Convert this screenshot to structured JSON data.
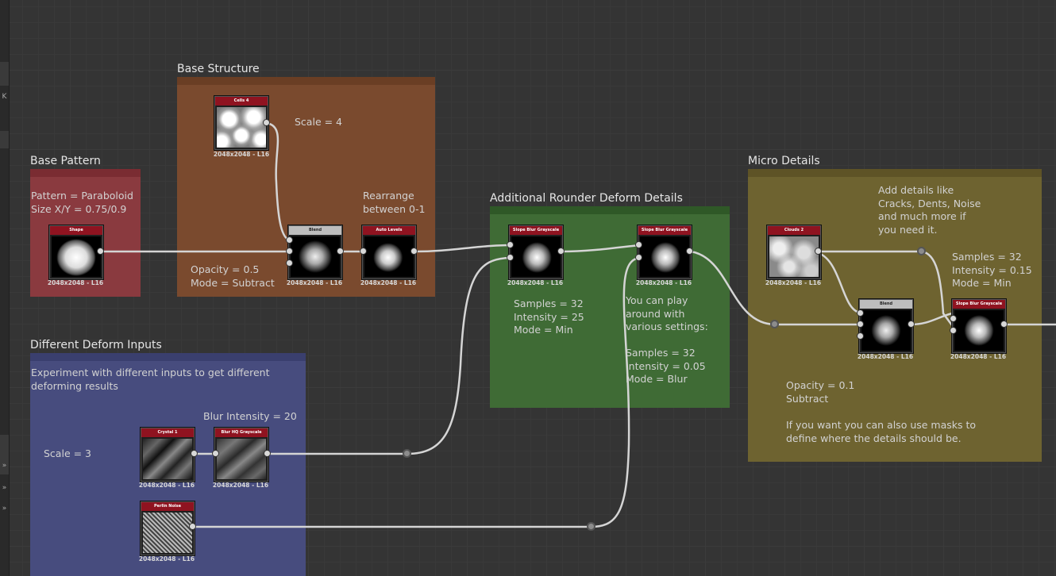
{
  "colors": {
    "canvas": "#343434",
    "frame_base_structure": "#7a4a2e",
    "frame_base_pattern": "#8a3a3f",
    "frame_deform_inputs": "#474c7e",
    "frame_rounder": "#3f6b35",
    "frame_micro": "#6e6330",
    "node_header": "#8f1320",
    "wire": "#d5d5d5"
  },
  "frames": {
    "base_structure": {
      "title": "Base Structure"
    },
    "base_pattern": {
      "title": "Base Pattern"
    },
    "deform_inputs": {
      "title": "Different Deform Inputs"
    },
    "rounder": {
      "title": "Additional Rounder Deform Details"
    },
    "micro": {
      "title": "Micro Details"
    }
  },
  "notes": {
    "scale4": "Scale = 4",
    "rearrange": "Rearrange\nbetween 0-1",
    "opacity_subtract": "Opacity = 0.5\nMode = Subtract",
    "pattern": "Pattern = Paraboloid\nSize X/Y = 0.75/0.9",
    "experiment": "Experiment with different inputs to get different\ndeforming results",
    "blur_intensity": "Blur Intensity = 20",
    "scale3": "Scale = 3",
    "samples_min": "Samples = 32\nIntensity = 25\nMode = Min",
    "play_around": "You can play\naround with\nvarious settings:",
    "samples_blur": "Samples = 32\nIntensity = 0.05\nMode = Blur",
    "add_details": "Add details like\nCracks, Dents, Noise\nand much more if\nyou need it.",
    "samples_micro": "Samples = 32\nIntensity = 0.15\nMode = Min",
    "opacity_micro": "Opacity = 0.1\nSubtract",
    "masks": "If you want you can also use masks to\ndefine where the details should be."
  },
  "nodes": {
    "cells": {
      "title": "Cells 4",
      "res": "2048x2048 - L16",
      "thumb": "cells"
    },
    "shape": {
      "title": "Shape",
      "res": "2048x2048 - L16",
      "thumb": "blob"
    },
    "blend1": {
      "title": "Blend",
      "res": "2048x2048 - L16",
      "thumb": "blob_soft"
    },
    "autolevels": {
      "title": "Auto Levels",
      "res": "2048x2048 - L16",
      "thumb": "blob_rough"
    },
    "slope1": {
      "title": "Slope Blur Grayscale",
      "res": "2048x2048 - L16",
      "thumb": "blob_rough"
    },
    "slope2": {
      "title": "Slope Blur Grayscale",
      "res": "2048x2048 - L16",
      "thumb": "blob_rough"
    },
    "crystal": {
      "title": "Crystal 1",
      "res": "2048x2048 - L16",
      "thumb": "crystal"
    },
    "blurhq": {
      "title": "Blur HQ Grayscale",
      "res": "2048x2048 - L16",
      "thumb": "crystal"
    },
    "perlin": {
      "title": "Perlin Noise",
      "res": "2048x2048 - L16",
      "thumb": "noise"
    },
    "clouds": {
      "title": "Clouds 2",
      "res": "2048x2048 - L16",
      "thumb": "clouds"
    },
    "blend2": {
      "title": "Blend",
      "res": "2048x2048 - L16",
      "thumb": "blob_soft"
    },
    "slope3": {
      "title": "Slope Blur Grayscale",
      "res": "2048x2048 - L16",
      "thumb": "blob_rough"
    }
  },
  "sidebar": {
    "marks": [
      "K",
      "»",
      "»",
      "»"
    ]
  }
}
